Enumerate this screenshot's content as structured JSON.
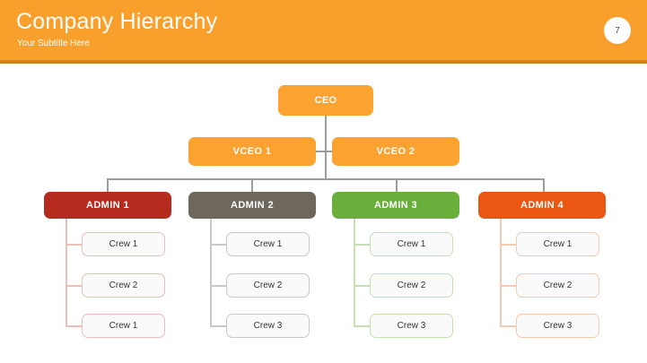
{
  "header": {
    "title": "Company Hierarchy",
    "subtitle": "Your Subtitle Here",
    "page_number": "7",
    "bg_color": "#F9A02C",
    "accent_stripe_color": "#C8841F"
  },
  "chart_data": {
    "type": "diagram",
    "title": "Company Hierarchy",
    "root": {
      "label": "CEO",
      "color": "#FBA231"
    },
    "vice": [
      {
        "label": "VCEO 1",
        "color": "#FBA231"
      },
      {
        "label": "VCEO 2",
        "color": "#FBA231"
      }
    ],
    "columns": [
      {
        "admin": {
          "label": "ADMIN 1",
          "color": "#B52B1E"
        },
        "connector_color": "#E8B3AD",
        "crew_border": "#EBBEB8",
        "crew": [
          {
            "label": "Crew 1"
          },
          {
            "label": "Crew 2"
          },
          {
            "label": "Crew 1"
          }
        ]
      },
      {
        "admin": {
          "label": "ADMIN 2",
          "color": "#6E675C"
        },
        "connector_color": "#C4C1BC",
        "crew_border": "#CBC9C5",
        "crew": [
          {
            "label": "Crew 1"
          },
          {
            "label": "Crew 2"
          },
          {
            "label": "Crew 3"
          }
        ]
      },
      {
        "admin": {
          "label": "ADMIN 3",
          "color": "#6AAE3C"
        },
        "connector_color": "#BEDDA9",
        "crew_border": "#C5E0B1",
        "crew": [
          {
            "label": "Crew 1"
          },
          {
            "label": "Crew 2"
          },
          {
            "label": "Crew 3"
          }
        ]
      },
      {
        "admin": {
          "label": "ADMIN 4",
          "color": "#EA5713"
        },
        "connector_color": "#F6C4A7",
        "crew_border": "#F7C9AE",
        "crew": [
          {
            "label": "Crew 1"
          },
          {
            "label": "Crew 2"
          },
          {
            "label": "Crew 3"
          }
        ]
      }
    ],
    "trunk_color": "#9c9c9c"
  }
}
